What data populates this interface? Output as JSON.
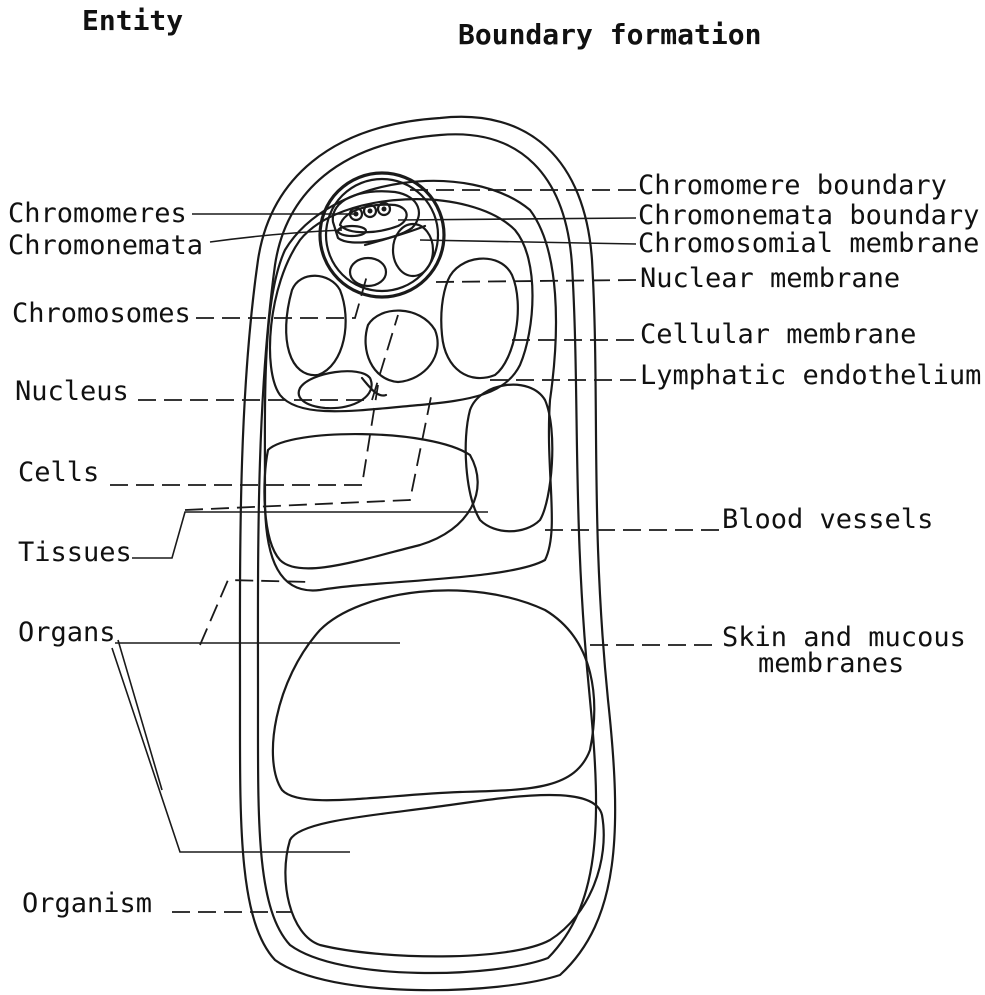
{
  "headers": {
    "entity": "Entity",
    "boundary": "Boundary formation"
  },
  "entities": {
    "chromomeres": "Chromomeres",
    "chromonemata": "Chromonemata",
    "chromosomes": "Chromosomes",
    "nucleus": "Nucleus",
    "cells": "Cells",
    "tissues": "Tissues",
    "organs": "Organs",
    "organism": "Organism"
  },
  "boundaries": {
    "chromomere_boundary": "Chromomere boundary",
    "chromonemata_boundary": "Chromonemata boundary",
    "chromosomial_membrane": "Chromosomial membrane",
    "nuclear_membrane": "Nuclear membrane",
    "cellular_membrane": "Cellular membrane",
    "lymphatic_endothelium": "Lymphatic endothelium",
    "blood_vessels": "Blood vessels",
    "skin_line1": "Skin and mucous",
    "skin_line2": "membranes"
  }
}
